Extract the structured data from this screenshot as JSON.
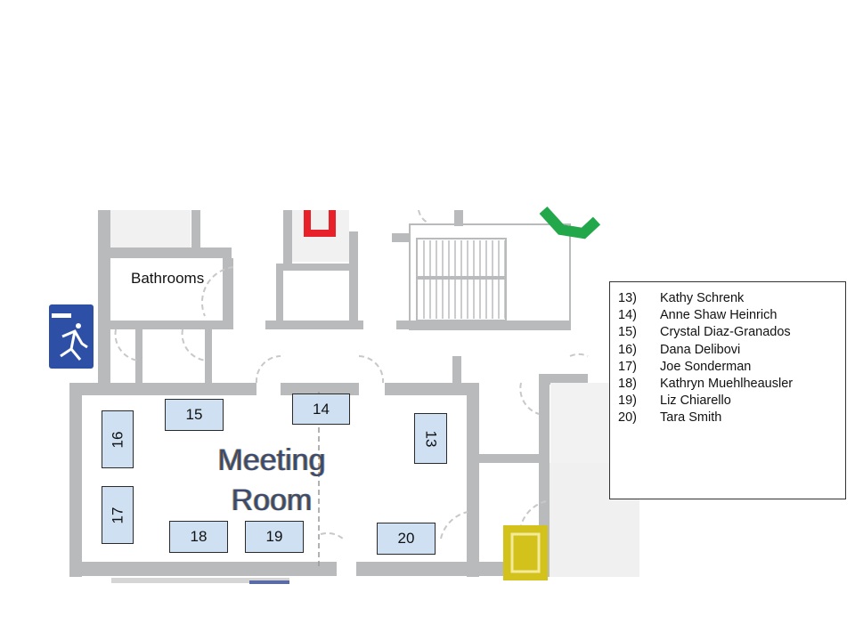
{
  "labels": {
    "bathrooms": "Bathrooms",
    "room_line1": "Meeting",
    "room_line2": "Room"
  },
  "desks": [
    {
      "number": "13"
    },
    {
      "number": "14"
    },
    {
      "number": "15"
    },
    {
      "number": "16"
    },
    {
      "number": "17"
    },
    {
      "number": "18"
    },
    {
      "number": "19"
    },
    {
      "number": "20"
    }
  ],
  "legend": [
    {
      "num": "13)",
      "name": "Kathy Schrenk"
    },
    {
      "num": "14)",
      "name": "Anne Shaw Heinrich"
    },
    {
      "num": "15)",
      "name": "Crystal Diaz-Granados"
    },
    {
      "num": "16)",
      "name": "Dana Delibovi"
    },
    {
      "num": "17)",
      "name": "Joe Sonderman"
    },
    {
      "num": "18)",
      "name": "Kathryn Muehlheausler"
    },
    {
      "num": "19)",
      "name": "Liz Chiarello"
    },
    {
      "num": "20)",
      "name": "Tara Smith"
    }
  ],
  "colors": {
    "wall": "#b9babc",
    "desk": "#cfe0f3",
    "exit": "#2d4fa6",
    "extinguisher": "#e8202a",
    "exit_green": "#22a84a",
    "yellow": "#d4c21c"
  }
}
